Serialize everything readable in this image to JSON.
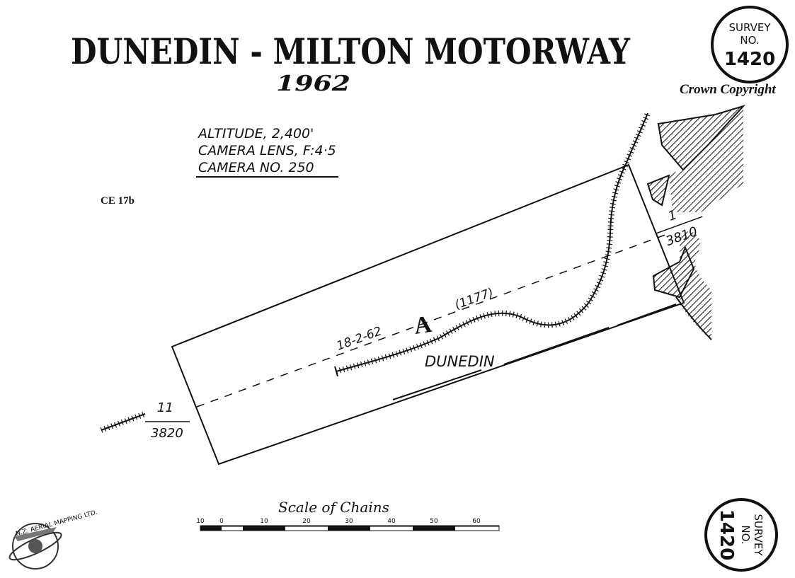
{
  "header": {
    "title": "DUNEDIN - MILTON MOTORWAY",
    "year": "1962",
    "copyright": "Crown Copyright"
  },
  "survey_badge": {
    "label_line1": "SURVEY",
    "label_line2": "NO.",
    "number": "1420"
  },
  "flight_info": {
    "altitude": "ALTITUDE, 2,400'",
    "lens": "CAMERA LENS, F:4·5",
    "camera": "CAMERA NO. 250"
  },
  "reference_code": "CE 17b",
  "map": {
    "run_label": "A",
    "flight_date": "18-2-62",
    "photo_ref": "(1177)",
    "place_name": "DUNEDIN",
    "end_label_top": {
      "top": "1",
      "bottom": "3810"
    },
    "end_label_bottom": {
      "top": "11",
      "bottom": "3820"
    }
  },
  "scale": {
    "title": "Scale of Chains",
    "ticks": [
      "10",
      "0",
      "10",
      "20",
      "30",
      "40",
      "50",
      "60"
    ]
  },
  "logo": {
    "text": "N.Z. AERIAL MAPPING LTD."
  }
}
